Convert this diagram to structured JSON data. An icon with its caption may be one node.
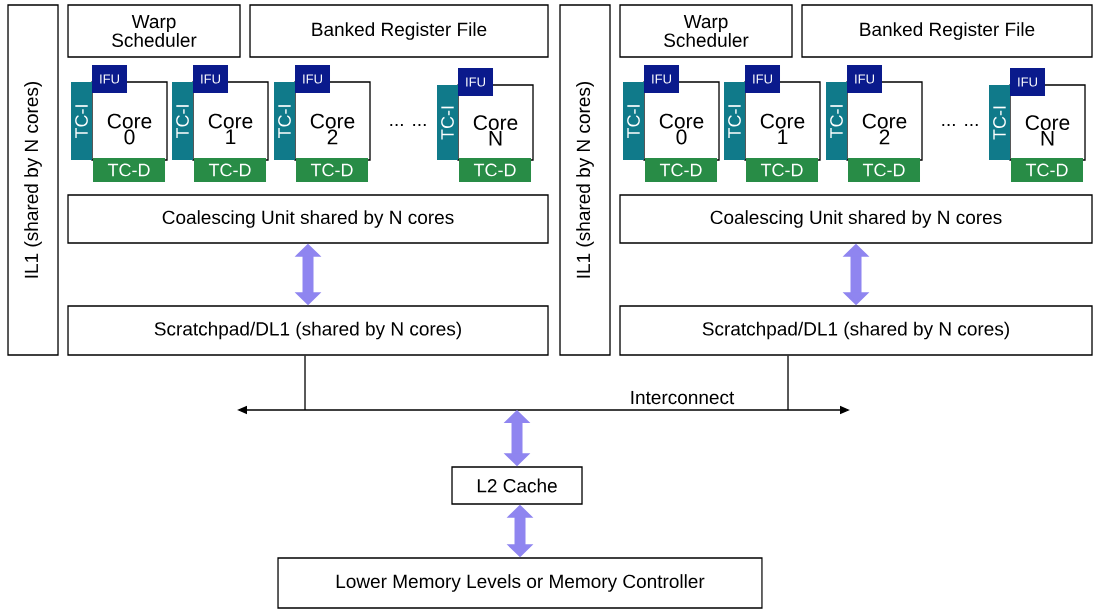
{
  "diagram": {
    "nodes": [
      {
        "text": [
          "IL1 (shared by N cores)"
        ]
      },
      {
        "text": [
          "Warp Scheduler"
        ]
      },
      {
        "text": [
          "Banked Register File"
        ]
      },
      {
        "text": [
          "Core 0"
        ]
      },
      {
        "text": [
          "IFU"
        ]
      },
      {
        "text": [
          "TC-I"
        ]
      },
      {
        "text": [
          "TC-D"
        ]
      },
      {
        "text": [
          "Core 1"
        ]
      },
      {
        "text": [
          "IFU"
        ]
      },
      {
        "text": [
          "TC-I"
        ]
      },
      {
        "text": [
          "TC-D"
        ]
      },
      {
        "text": [
          "Core 2"
        ]
      },
      {
        "text": [
          "IFU"
        ]
      },
      {
        "text": [
          "TC-I"
        ]
      },
      {
        "text": [
          "TC-D"
        ]
      },
      {
        "text": [
          "Core N"
        ]
      },
      {
        "text": [
          "IFU"
        ]
      },
      {
        "text": [
          "TC-I"
        ]
      },
      {
        "text": [
          "TC-D"
        ]
      },
      {
        "text": [
          "Coalescing Unit shared by N cores"
        ]
      },
      {
        "text": [
          "Scratchpad/DL1 (shared by N cores)"
        ]
      },
      {
        "text": [
          "IL1 (shared by N cores)"
        ]
      },
      {
        "text": [
          "Warp Scheduler"
        ]
      },
      {
        "text": [
          "Banked Register File"
        ]
      },
      {
        "text": [
          "Core 0"
        ]
      },
      {
        "text": [
          "IFU"
        ]
      },
      {
        "text": [
          "TC-I"
        ]
      },
      {
        "text": [
          "TC-D"
        ]
      },
      {
        "text": [
          "Core 1"
        ]
      },
      {
        "text": [
          "IFU"
        ]
      },
      {
        "text": [
          "TC-I"
        ]
      },
      {
        "text": [
          "TC-D"
        ]
      },
      {
        "text": [
          "Core 2"
        ]
      },
      {
        "text": [
          "IFU"
        ]
      },
      {
        "text": [
          "TC-I"
        ]
      },
      {
        "text": [
          "TC-D"
        ]
      },
      {
        "text": [
          "Core N"
        ]
      },
      {
        "text": [
          "IFU"
        ]
      },
      {
        "text": [
          "TC-I"
        ]
      },
      {
        "text": [
          "TC-D"
        ]
      },
      {
        "text": [
          "Coalescing Unit shared by N cores"
        ]
      },
      {
        "text": [
          "Scratchpad/DL1 (shared by N cores)"
        ]
      },
      {
        "text": [
          "Interconnect"
        ]
      },
      {
        "text": [
          "L2 Cache"
        ]
      },
      {
        "text": [
          "Lower Memory Levels  or Memory Controller"
        ]
      }
    ],
    "edges": [
      {
        "from": 19,
        "to": 20,
        "arrow": "both",
        "color": "#8f85f0"
      },
      {
        "from": 40,
        "to": 41,
        "arrow": "both",
        "color": "#8f85f0"
      },
      {
        "from": 20,
        "to": 42,
        "arrow": "none",
        "color": "#000000"
      },
      {
        "from": 41,
        "to": 42,
        "arrow": "none",
        "color": "#000000"
      },
      {
        "from": 42,
        "to": 43,
        "arrow": "both",
        "color": "#8f85f0"
      },
      {
        "from": 43,
        "to": 44,
        "arrow": "both",
        "color": "#8f85f0"
      }
    ],
    "labels": [
      "... ...",
      "... ..."
    ]
  }
}
